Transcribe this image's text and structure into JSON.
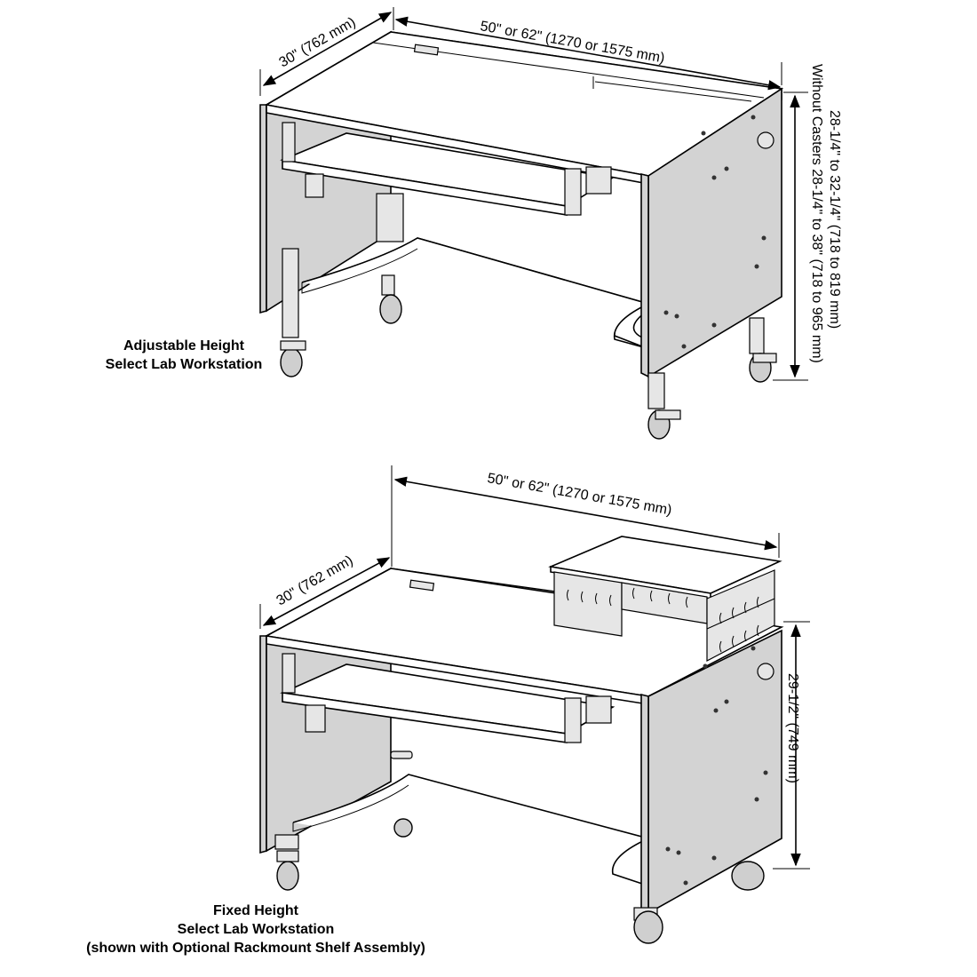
{
  "figure_top": {
    "depth_label": "30\" (762 mm)",
    "width_label": "50\" or 62\" (1270 or 1575 mm)",
    "height_label_1": "28-1/4\" to 32-1/4\" (718 to 819 mm)",
    "height_label_2": "Without Casters 28-1/4\" to 38\" (718 to 965 mm)",
    "caption_line_1": "Adjustable Height",
    "caption_line_2": "Select Lab Workstation"
  },
  "figure_bottom": {
    "depth_label": "30\" (762 mm)",
    "width_label": "50\" or 62\" (1270 or 1575 mm)",
    "height_label": "29-1/2\" (749 mm)",
    "caption_line_1": "Fixed Height",
    "caption_line_2": "Select Lab Workstation",
    "caption_line_3": "(shown with Optional Rackmount Shelf Assembly)"
  }
}
